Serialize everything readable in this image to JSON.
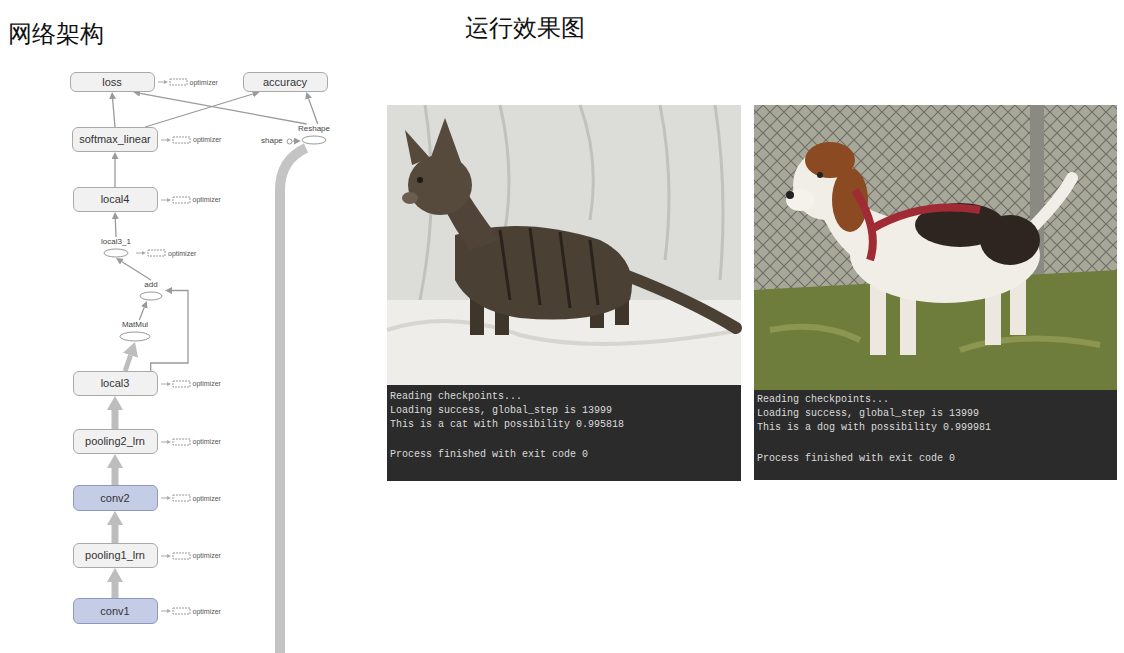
{
  "diagram": {
    "nodes": [
      {
        "text": [
          "loss"
        ]
      },
      {
        "text": [
          "accuracy"
        ]
      },
      {
        "text": [
          "softmax_linear"
        ]
      },
      {
        "text": [
          "Reshape"
        ]
      },
      {
        "text": [
          "shape"
        ]
      },
      {
        "text": [
          "local4"
        ]
      },
      {
        "text": [
          "local3_1"
        ]
      },
      {
        "text": [
          "add"
        ]
      },
      {
        "text": [
          "MatMul"
        ]
      },
      {
        "text": [
          "local3"
        ]
      },
      {
        "text": [
          "pooling2_lrn"
        ]
      },
      {
        "text": [
          "conv2"
        ]
      },
      {
        "text": [
          "pooling1_lrn"
        ]
      },
      {
        "text": [
          "conv1"
        ]
      }
    ],
    "edges": [
      {
        "from": 13,
        "to": 12,
        "arrow": "to"
      },
      {
        "from": 12,
        "to": 11,
        "arrow": "to"
      },
      {
        "from": 11,
        "to": 10,
        "arrow": "to"
      },
      {
        "from": 10,
        "to": 9,
        "arrow": "to"
      },
      {
        "from": 9,
        "to": 8,
        "arrow": "to"
      },
      {
        "from": 8,
        "to": 7,
        "arrow": "to"
      },
      {
        "from": 9,
        "to": 7,
        "arrow": "to"
      },
      {
        "from": 7,
        "to": 6,
        "arrow": "to"
      },
      {
        "from": 6,
        "to": 5,
        "arrow": "to"
      },
      {
        "from": 5,
        "to": 2,
        "arrow": "to"
      },
      {
        "from": 2,
        "to": 0,
        "arrow": "to"
      },
      {
        "from": 2,
        "to": 1,
        "arrow": "to"
      },
      {
        "from": 3,
        "to": 0,
        "arrow": "to"
      },
      {
        "from": 3,
        "to": 1,
        "arrow": "to"
      },
      {
        "from": 4,
        "to": 3,
        "arrow": "to"
      }
    ],
    "labels": [
      "网络架构",
      "运行效果图",
      "optimizer",
      "optimizer",
      "optimizer",
      "optimizer",
      "optimizer",
      "optimizer",
      "optimizer",
      "optimizer",
      "optimizer",
      "Reading checkpoints...",
      "Loading success, global_step is 13999",
      "This is a cat with possibility 0.995818",
      "Process finished with exit code 0",
      "Reading checkpoints...",
      "Loading success, global_step is 13999",
      "This is a dog with possibility 0.999981",
      "Process finished with exit code 0"
    ]
  }
}
